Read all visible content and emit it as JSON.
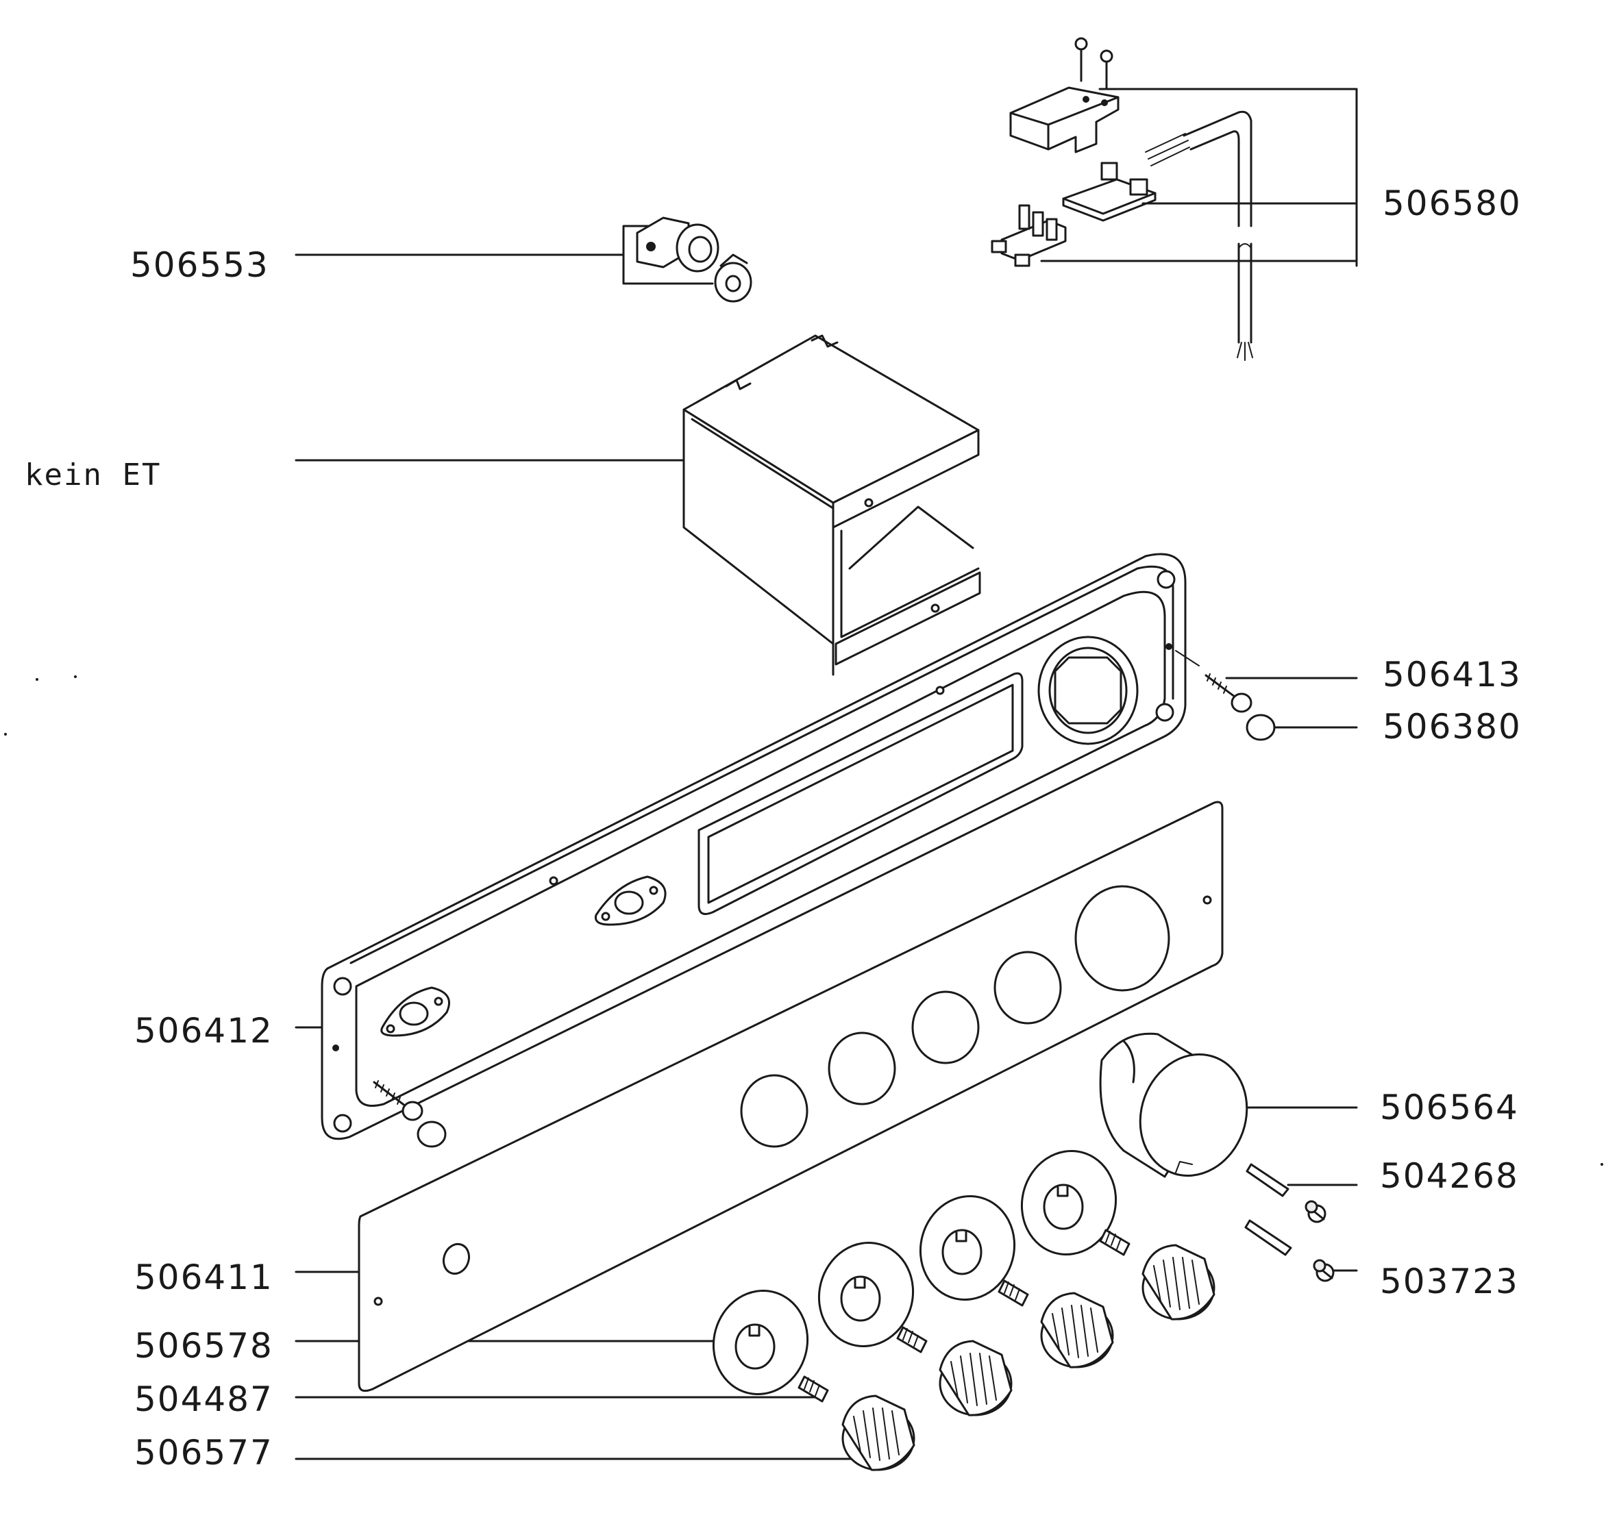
{
  "diagram": {
    "labels": {
      "p506553": "506553",
      "p506580": "506580",
      "kein_et": "kein ET",
      "p506413": "506413",
      "p506380": "506380",
      "p506412": "506412",
      "p506564": "506564",
      "p504268": "504268",
      "p503723": "503723",
      "p506411": "506411",
      "p506578": "506578",
      "p504487": "504487",
      "p506577": "506577"
    }
  }
}
